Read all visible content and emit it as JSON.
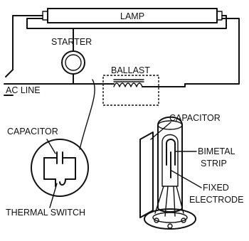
{
  "labels": {
    "lamp": "LAMP",
    "starter": "STARTER",
    "ballast": "BALLAST",
    "ac_line": "AC LINE",
    "capacitor_left": "CAPACITOR",
    "thermal_switch": "THERMAL SWITCH",
    "capacitor_right": "CAPACITOR",
    "bimetal_line1": "BIMETAL",
    "bimetal_line2": "STRIP",
    "fixed_line1": "FIXED",
    "fixed_line2": "ELECTRODE"
  }
}
